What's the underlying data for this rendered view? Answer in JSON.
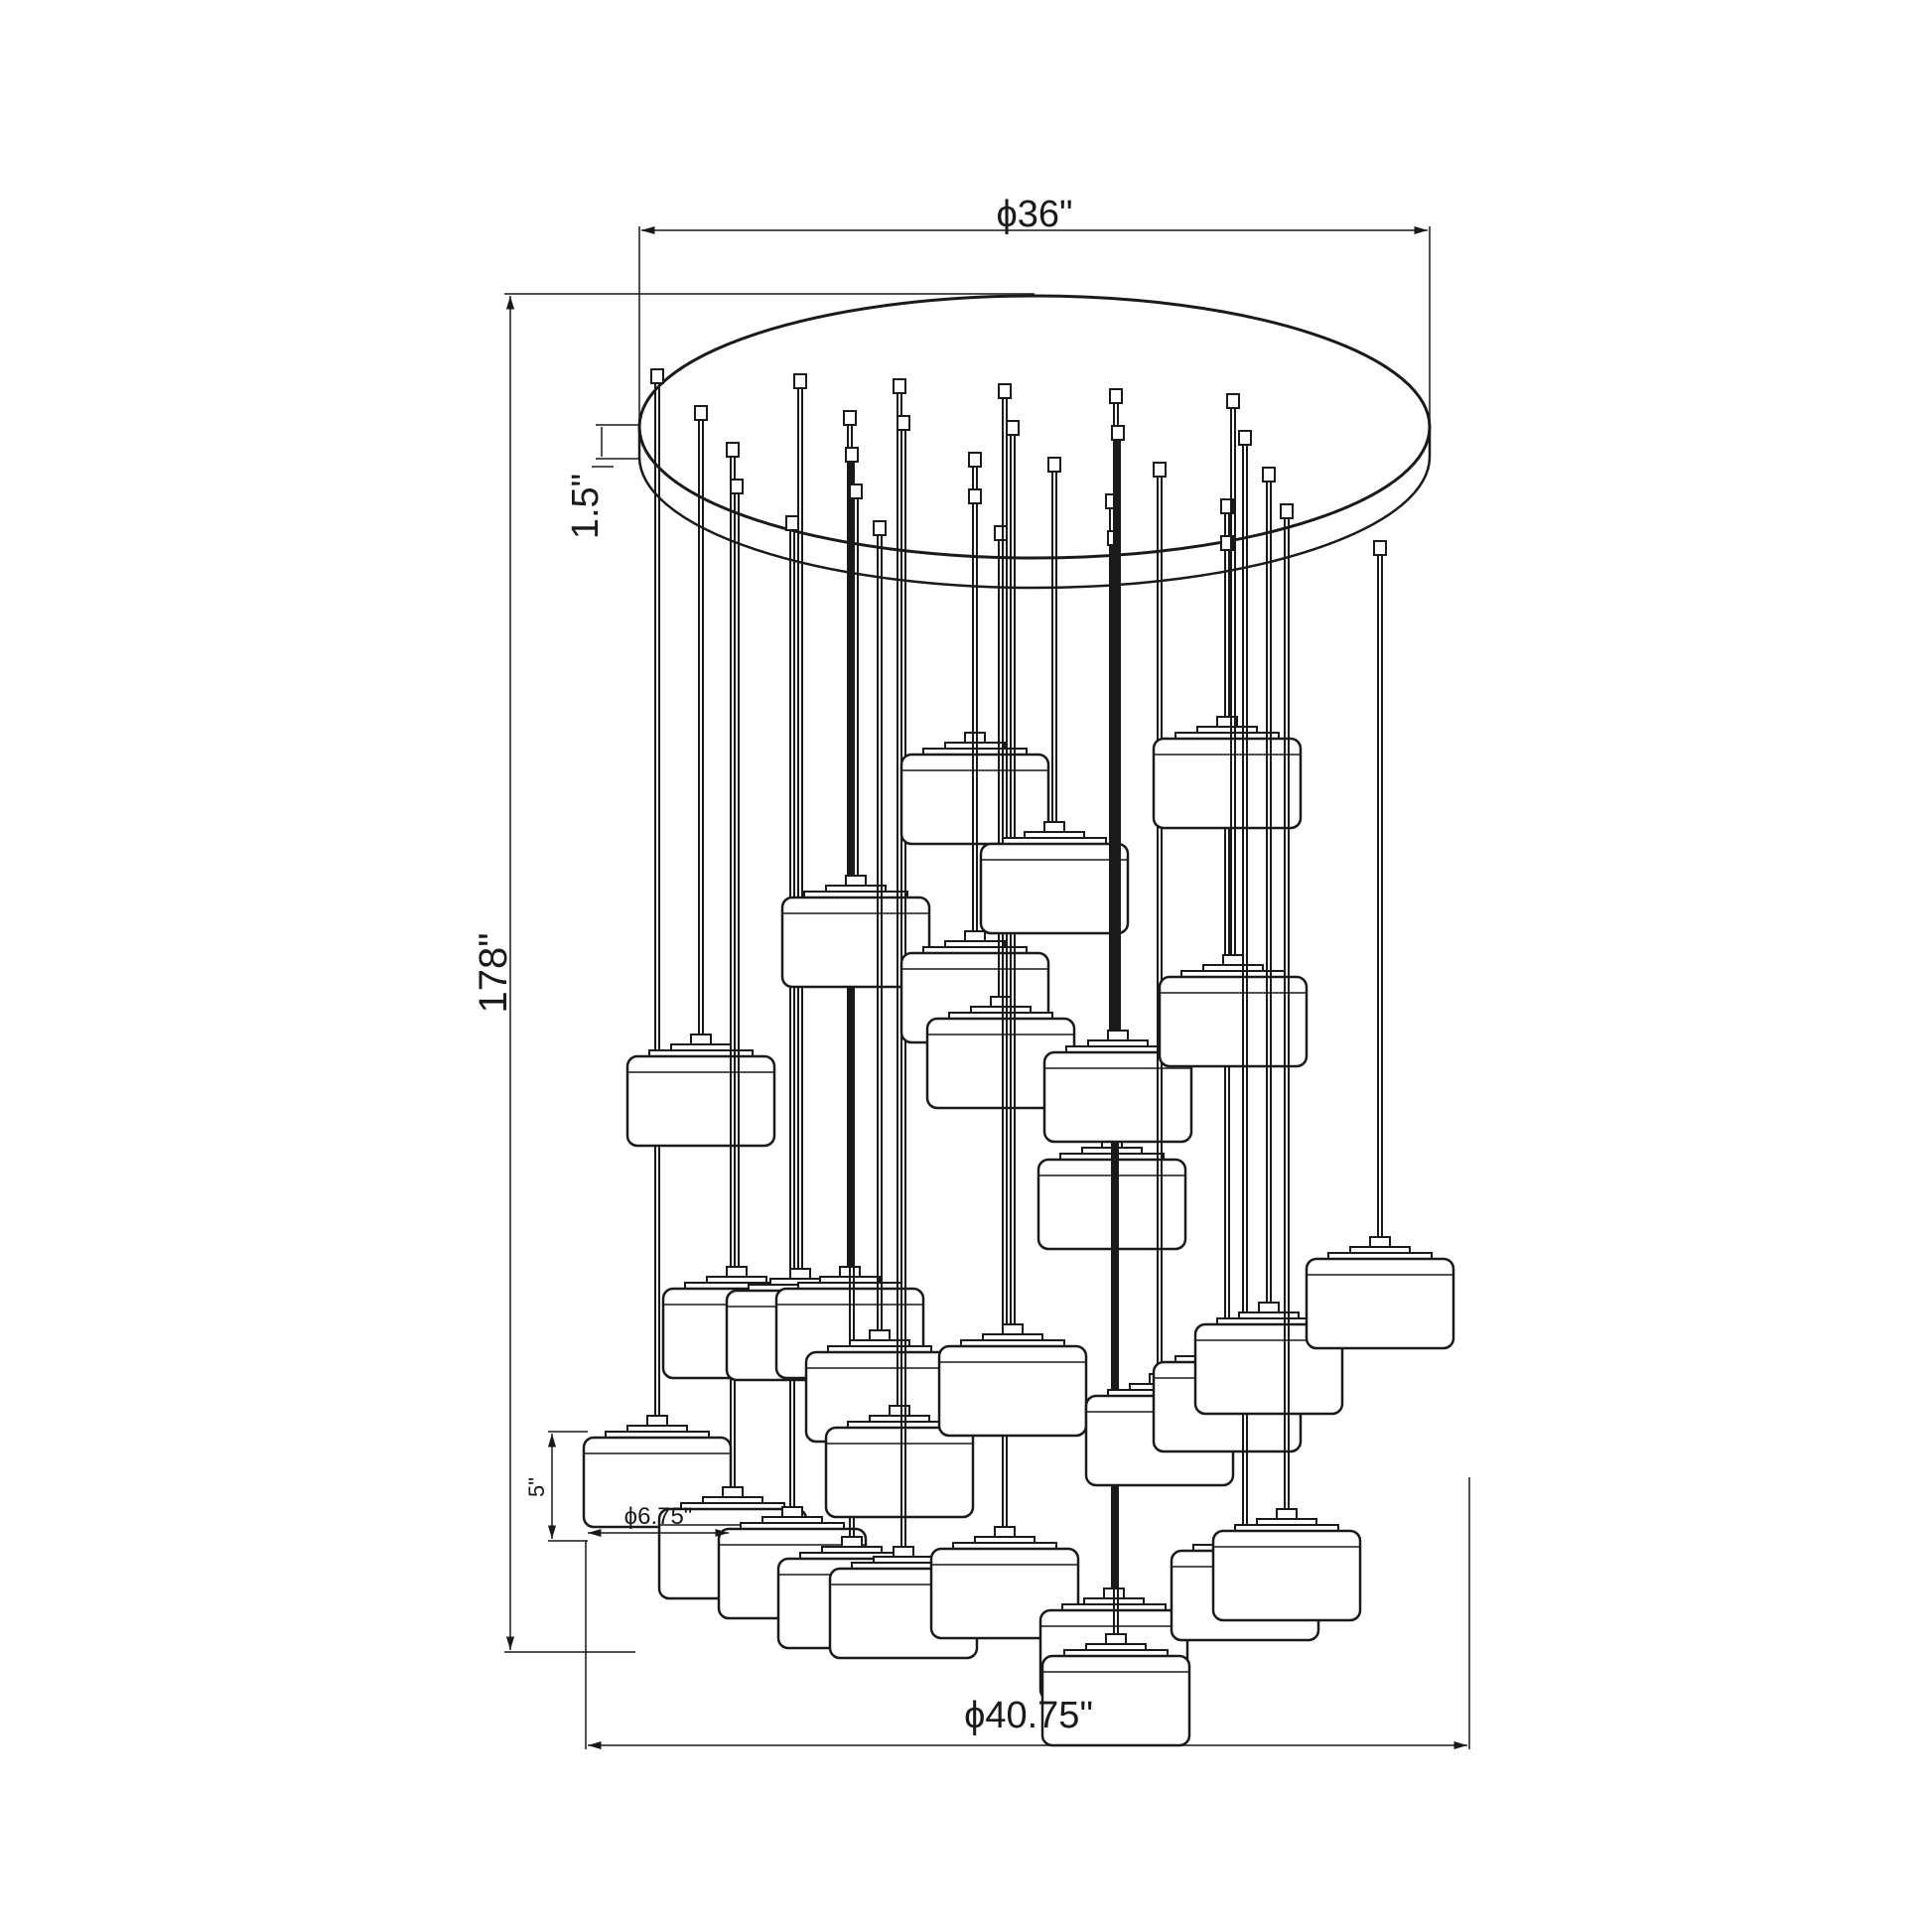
{
  "dimensions": {
    "canopy_diameter": "ϕ36\"",
    "canopy_height": "1.5\"",
    "overall_height": "178\"",
    "shade_height": "5\"",
    "shade_diameter": "ϕ6.75\"",
    "overall_diameter": "ϕ40.75\""
  },
  "pendant_count": 30,
  "colors": {
    "ink": "#1a1a1a",
    "background": "#ffffff"
  }
}
